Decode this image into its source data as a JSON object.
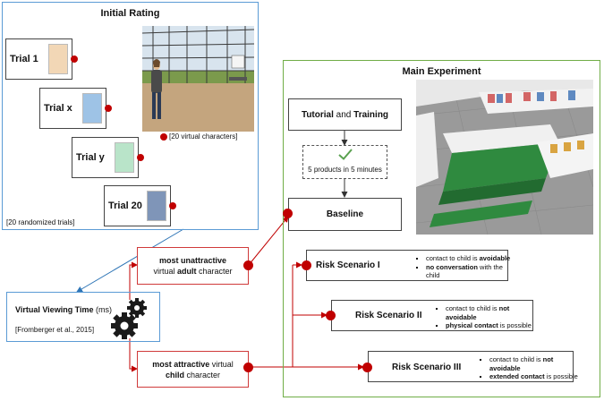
{
  "initial_rating": {
    "title": "Initial Rating",
    "trials": [
      "Trial 1",
      "Trial x",
      "Trial y",
      "Trial 20"
    ],
    "characters_note": "[20 virtual characters]",
    "randomized_note": "[20 randomized trials]"
  },
  "viewing_time": {
    "title": "Virtual Viewing Time",
    "unit": " (ms)",
    "citation": "[Fromberger et al., 2015]"
  },
  "adult_box": {
    "pre": "most unattractive",
    "mid": "virtual ",
    "bold": "adult",
    "post": " character"
  },
  "child_box": {
    "pre": "most attractive",
    "mid": " virtual",
    "bold": "child",
    "post": " character"
  },
  "main_experiment": {
    "title": "Main Experiment",
    "tutorial": {
      "bold": "Tutorial",
      "mid": " and ",
      "bold2": "Training"
    },
    "check_text": "5 products in 5 minutes",
    "baseline": "Baseline",
    "scenarios": [
      {
        "label": "Risk Scenario I",
        "bullets": [
          {
            "a": "contact to child is ",
            "b": "avoidable",
            "c": ""
          },
          {
            "a": "",
            "b": "no conversation",
            "c": " with the child"
          }
        ]
      },
      {
        "label": "Risk Scenario II",
        "bullets": [
          {
            "a": "contact to child is ",
            "b": "not avoidable",
            "c": ""
          },
          {
            "a": "",
            "b": "physical contact",
            "c": " is possible"
          }
        ]
      },
      {
        "label": "Risk Scenario III",
        "bullets": [
          {
            "a": "contact to child is ",
            "b": "not avoidable",
            "c": ""
          },
          {
            "a": "",
            "b": "extended contact",
            "c": " is possible"
          }
        ]
      }
    ]
  },
  "icons": {
    "check": "check-icon",
    "gears": "gears-icon",
    "character": "avatar-icon"
  },
  "colors": {
    "blue": "#5b9bd5",
    "green": "#70ad47",
    "red": "#c00000"
  }
}
